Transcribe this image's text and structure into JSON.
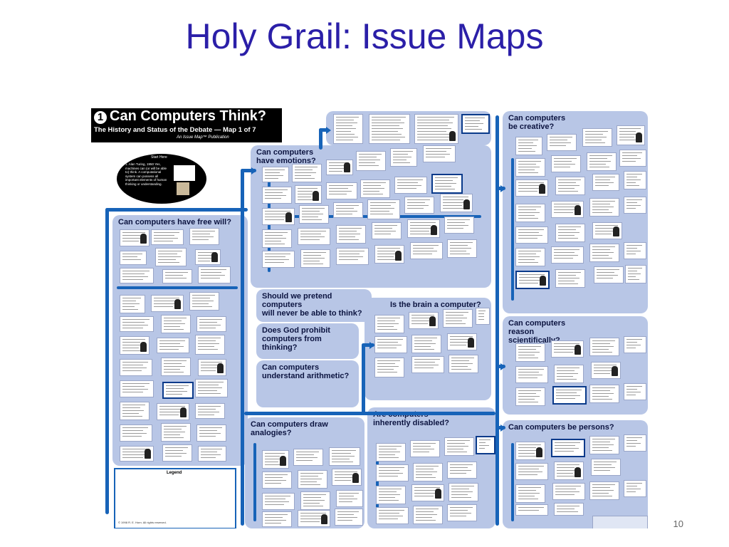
{
  "slide": {
    "title": "Holy Grail: Issue Maps",
    "page_number": "10"
  },
  "map": {
    "number": "1",
    "title": "Can Computers Think?",
    "subtitle": "The History and Status of the Debate — Map 1 of 7",
    "publication": "An Issue Map™ Publication",
    "start_label": "Start Here",
    "start_text": "1. Alan Turing, 1950 Yes, machines can (or will be able to) think. A computational system can possess all important elements of human thinking or understanding.",
    "legend_title": "Legend",
    "copyright": "© 1998 R. E. Horn. All rights reserved.",
    "panels": {
      "free_will": "Can computers have free will?",
      "emotions": "Can computers\nhave emotions?",
      "creative": "Can computers\nbe creative?",
      "pretend": "Should we pretend computers\nwill never be able to think?",
      "god": "Does God prohibit\ncomputers from thinking?",
      "arithmetic": "Can computers\nunderstand arithmetic?",
      "brain": "Is the brain a computer?",
      "reason": "Can computers\nreason\nscientifically?",
      "analogies": "Can computers draw\nanalogies?",
      "disabled": "Are computers\ninherently disabled?",
      "persons": "Can computers be persons?"
    },
    "colors": {
      "panel": "#b8c6e6",
      "flow": "#1763b8",
      "title_text": "#2b1fa8"
    }
  }
}
